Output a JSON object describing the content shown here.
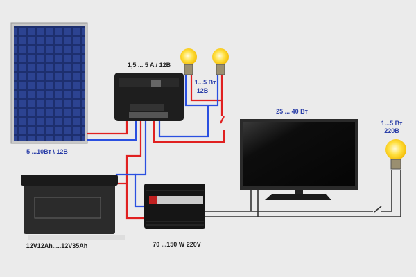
{
  "labels": {
    "controller": "1,5 ... 5 A / 12В",
    "lamps_12v_power": "1...5 Вт",
    "lamps_12v_voltage": "12В",
    "tv": "25 ... 40 Вт",
    "lamp_220v_power": "1...5 Вт",
    "lamp_220v_voltage": "220В",
    "solar_panel": "5 ...10Вт \\ 12В",
    "battery": "12V12Ah.....12V35Ah",
    "inverter": "70 ...150 W 220V"
  },
  "colors": {
    "positive_wire": "#e02020",
    "negative_wire": "#2a4fe0",
    "ac_wire": "#333333",
    "label_blue": "#2b3fa8"
  }
}
